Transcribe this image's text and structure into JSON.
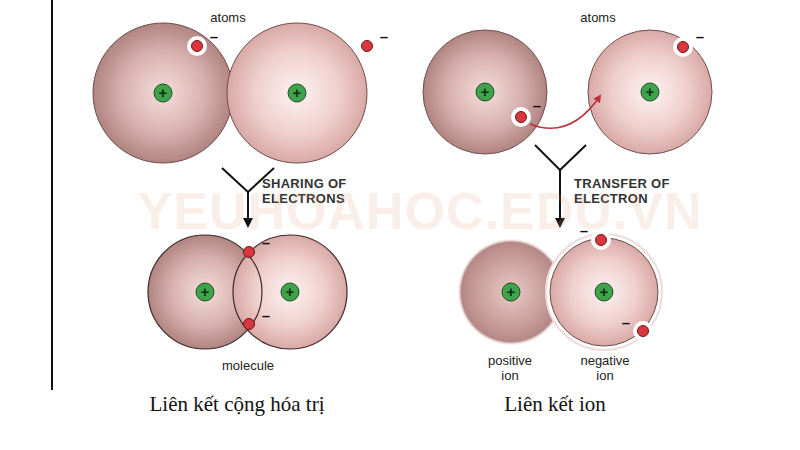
{
  "diagram": {
    "labels": [
      "atoms",
      "atoms",
      "SHARING OF ELECTRONS",
      "TRANSFER OF ELECTRON",
      "molecule",
      "positive ion",
      "negative ion",
      "Liên kết cộng hóa trị",
      "Liên kết ion",
      "YEUHOAHOC.EDU.VN",
      "+",
      "+",
      "+",
      "+",
      "+",
      "+",
      "+",
      "+",
      "–",
      "–",
      "–",
      "–",
      "–",
      "–",
      "–",
      "–"
    ]
  }
}
